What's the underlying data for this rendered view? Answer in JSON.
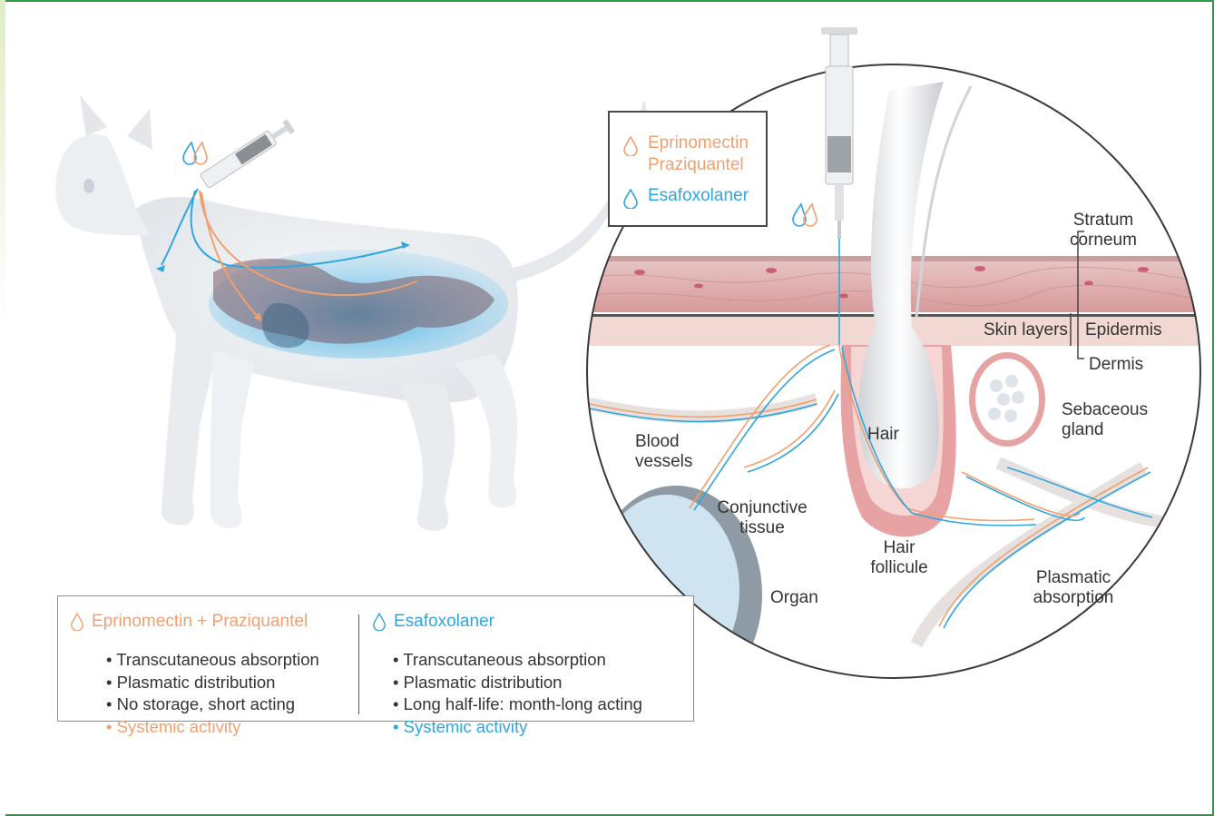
{
  "legend": {
    "compound1": "Eprinomectin",
    "compound2": "Praziquantel",
    "compound3": "Esafoxolaner"
  },
  "labels": {
    "stratum": "Stratum",
    "corneum": "corneum",
    "skin_layers": "Skin layers",
    "epidermis": "Epidermis",
    "dermis": "Dermis",
    "sebaceous1": "Sebaceous",
    "sebaceous2": "gland",
    "hair": "Hair",
    "blood1": "Blood",
    "blood2": "vessels",
    "conj1": "Conjunctive",
    "conj2": "tissue",
    "follicle1": "Hair",
    "follicle2": "follicule",
    "organ": "Organ",
    "plasm1": "Plasmatic",
    "plasm2": "absorption"
  },
  "info": {
    "col1_title": "Eprinomectin + Praziquantel",
    "col1_items": [
      "Transcutaneous absorption",
      "Plasmatic distribution",
      "No storage, short acting"
    ],
    "col1_highlight": "Systemic activity",
    "col2_title": "Esafoxolaner",
    "col2_items": [
      "Transcutaneous absorption",
      "Plasmatic distribution",
      "Long half-life: month-long acting"
    ],
    "col2_highlight": "Systemic activity"
  },
  "colors": {
    "orange": "#f0a070",
    "blue": "#2fa6de",
    "frame": "#2e9a48"
  }
}
